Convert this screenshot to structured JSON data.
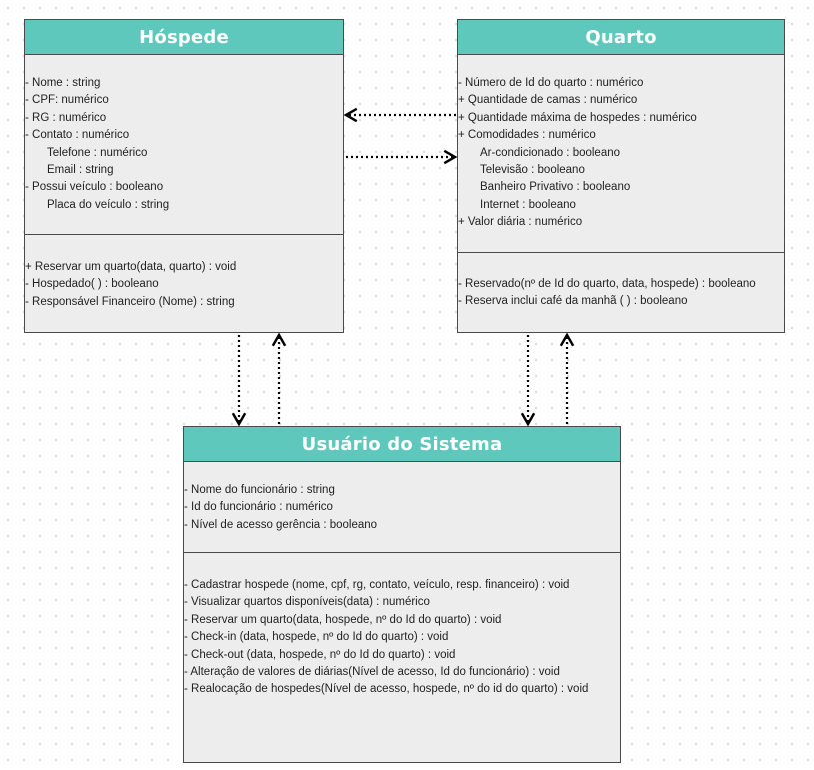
{
  "classes": {
    "hospede": {
      "name": "Hóspede",
      "attributes": [
        {
          "text": "- Nome : string",
          "indent": false
        },
        {
          "text": "- CPF: numérico",
          "indent": false
        },
        {
          "text": "- RG : numérico",
          "indent": false
        },
        {
          "text": "- Contato : numérico",
          "indent": false
        },
        {
          "text": "Telefone : numérico",
          "indent": true
        },
        {
          "text": "Email : string",
          "indent": true
        },
        {
          "text": "- Possui veículo : booleano",
          "indent": false
        },
        {
          "text": "Placa do veículo : string",
          "indent": true
        }
      ],
      "methods": [
        {
          "text": "+ Reservar um quarto(data, quarto) : void",
          "indent": false
        },
        {
          "text": "- Hospedado( ) : booleano",
          "indent": false
        },
        {
          "text": "-  Responsável Financeiro (Nome) : string",
          "indent": false
        }
      ]
    },
    "quarto": {
      "name": "Quarto",
      "attributes": [
        {
          "text": "- Número de Id do quarto : numérico",
          "indent": false
        },
        {
          "text": "+ Quantidade de camas : numérico",
          "indent": false
        },
        {
          "text": "+ Quantidade máxima de hospedes : numérico",
          "indent": false
        },
        {
          "text": "+ Comodidades : numérico",
          "indent": false
        },
        {
          "text": "Ar-condicionado : booleano",
          "indent": true
        },
        {
          "text": "Televisão : booleano",
          "indent": true
        },
        {
          "text": "Banheiro Privativo : booleano",
          "indent": true
        },
        {
          "text": "Internet : booleano",
          "indent": true
        },
        {
          "text": "+ Valor diária : numérico",
          "indent": false
        }
      ],
      "methods": [
        {
          "text": "- Reservado(nº de Id do quarto, data, hospede) : booleano",
          "indent": false
        },
        {
          "text": "- Reserva inclui café da manhã ( ) : booleano",
          "indent": false
        }
      ]
    },
    "usuario": {
      "name": "Usuário do Sistema",
      "attributes": [
        {
          "text": "- Nome do funcionário : string",
          "indent": false
        },
        {
          "text": "- Id do funcionário : numérico",
          "indent": false
        },
        {
          "text": "- Nível de acesso gerência : booleano",
          "indent": false
        }
      ],
      "methods": [
        {
          "text": "- Cadastrar hospede (nome, cpf, rg, contato, veículo, resp. financeiro) : void",
          "indent": false
        },
        {
          "text": "- Visualizar quartos disponíveis(data) : numérico",
          "indent": false
        },
        {
          "text": "- Reservar um quarto(data, hospede, nº do Id do quarto) : void",
          "indent": false
        },
        {
          "text": "- Check-in (data, hospede, nº do Id do quarto) : void",
          "indent": false
        },
        {
          "text": "- Check-out (data, hospede, nº do Id do quarto) : void",
          "indent": false
        },
        {
          "text": "- Alteração de valores de diárias(Nível de acesso, Id do funcionário) : void",
          "indent": false
        },
        {
          "text": "- Realocação de hospedes(Nível de acesso, hospede, nº do id do quarto) : void",
          "indent": false
        }
      ]
    }
  },
  "colors": {
    "header": "#5ec8bc",
    "body": "#ededed",
    "border": "#4a4a4a"
  }
}
